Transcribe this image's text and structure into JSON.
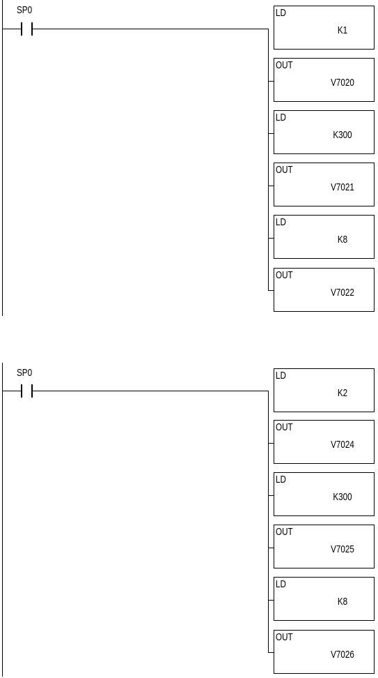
{
  "rungs": [
    {
      "contact": "SP0",
      "instructions": [
        {
          "op": "LD",
          "arg": "K1"
        },
        {
          "op": "OUT",
          "arg": "V7020"
        },
        {
          "op": "LD",
          "arg": "K300"
        },
        {
          "op": "OUT",
          "arg": "V7021"
        },
        {
          "op": "LD",
          "arg": "K8"
        },
        {
          "op": "OUT",
          "arg": "V7022"
        }
      ]
    },
    {
      "contact": "SP0",
      "instructions": [
        {
          "op": "LD",
          "arg": "K2"
        },
        {
          "op": "OUT",
          "arg": "V7024"
        },
        {
          "op": "LD",
          "arg": "K300"
        },
        {
          "op": "OUT",
          "arg": "V7025"
        },
        {
          "op": "LD",
          "arg": "K8"
        },
        {
          "op": "OUT",
          "arg": "V7026"
        }
      ]
    }
  ]
}
